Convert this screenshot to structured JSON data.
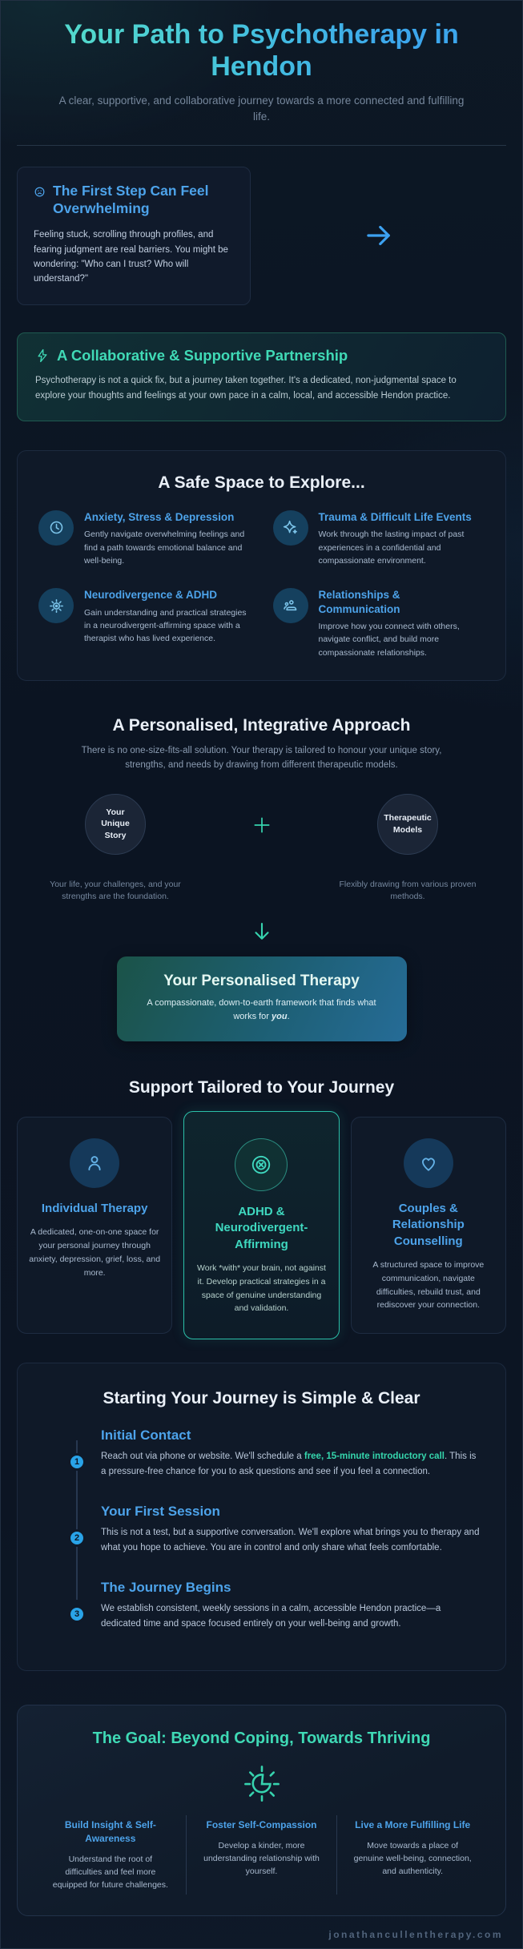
{
  "colors": {
    "accent_teal": "#3fd9b5",
    "accent_blue": "#4da3ea",
    "title_gradient_start": "#52d8cd",
    "title_gradient_end": "#3ca6ec",
    "step_circle_blue": "#29a3e8",
    "background": "#0c1523"
  },
  "hero": {
    "title": "Your Path to Psychotherapy in Hendon",
    "subtitle": "A clear, supportive, and collaborative journey towards a more connected and fulfilling life."
  },
  "first_step": {
    "icon": "sad-face-icon",
    "title": "The First Step Can Feel Overwhelming",
    "body": "Feeling stuck, scrolling through profiles, and fearing judgment are real barriers. You might be wondering: \"Who can I trust? Who will understand?\""
  },
  "partnership": {
    "icon": "lightning-icon",
    "title": "A Collaborative & Supportive Partnership",
    "body": "Psychotherapy is not a quick fix, but a journey taken together. It's a dedicated, non-judgmental space to explore your thoughts and feelings at your own pace in a calm, local, and accessible Hendon practice."
  },
  "safe_space": {
    "title": "A Safe Space to Explore...",
    "items": [
      {
        "icon": "clock-icon",
        "title": "Anxiety, Stress & Depression",
        "body": "Gently navigate overwhelming feelings and find a path towards emotional balance and well-being."
      },
      {
        "icon": "sparkle-icon",
        "title": "Trauma & Difficult Life Events",
        "body": "Work through the lasting impact of past experiences in a confidential and compassionate environment."
      },
      {
        "icon": "gear-icon",
        "title": "Neurodivergence & ADHD",
        "body": "Gain understanding and practical strategies in a neurodivergent-affirming space with a therapist who has lived experience."
      },
      {
        "icon": "users-icon",
        "title": "Relationships & Communication",
        "body": "Improve how you connect with others, navigate conflict, and build more compassionate relationships."
      }
    ]
  },
  "approach": {
    "title": "A Personalised, Integrative Approach",
    "subtitle": "There is no one-size-fits-all solution. Your therapy is tailored to honour your unique story, strengths, and needs by drawing from different therapeutic models.",
    "left_circle": {
      "label": "Your Unique Story",
      "caption": "Your life, your challenges, and your strengths are the foundation."
    },
    "plus_sign": "+",
    "right_circle": {
      "label": "Therapeutic Models",
      "caption": "Flexibly drawing from various proven methods."
    },
    "result": {
      "title": "Your Personalised Therapy",
      "body_prefix": "A compassionate, down-to-earth framework that finds what works for ",
      "body_emphasis": "you",
      "body_suffix": "."
    }
  },
  "support": {
    "title": "Support Tailored to Your Journey",
    "cards": [
      {
        "icon": "person-icon",
        "title": "Individual Therapy",
        "body": "A dedicated, one-on-one space for your personal journey through anxiety, depression, grief, loss, and more."
      },
      {
        "icon": "brain-icon",
        "title": "ADHD & Neurodivergent-Affirming",
        "body": "Work *with* your brain, not against it. Develop practical strategies in a space of genuine understanding and validation."
      },
      {
        "icon": "heart-icon",
        "title": "Couples & Relationship Counselling",
        "body": "A structured space to improve communication, navigate difficulties, rebuild trust, and rediscover your connection."
      }
    ]
  },
  "journey": {
    "title": "Starting Your Journey is Simple & Clear",
    "steps": [
      {
        "number": "1",
        "title": "Initial Contact",
        "body_prefix": "Reach out via phone or website. We'll schedule a ",
        "body_highlight": "free, 15-minute introductory call",
        "body_suffix": ". This is a pressure-free chance for you to ask questions and see if you feel a connection."
      },
      {
        "number": "2",
        "title": "Your First Session",
        "body": "This is not a test, but a supportive conversation. We'll explore what brings you to therapy and what you hope to achieve. You are in control and only share what feels comfortable."
      },
      {
        "number": "3",
        "title": "The Journey Begins",
        "body": "We establish consistent, weekly sessions in a calm, accessible Hendon practice—a dedicated time and space focused entirely on your well-being and growth."
      }
    ]
  },
  "goal": {
    "title": "The Goal: Beyond Coping, Towards Thriving",
    "icon": "sun-icon",
    "columns": [
      {
        "title": "Build Insight & Self-Awareness",
        "body": "Understand the root of difficulties and feel more equipped for future challenges."
      },
      {
        "title": "Foster Self-Compassion",
        "body": "Develop a kinder, more understanding relationship with yourself."
      },
      {
        "title": "Live a More Fulfilling Life",
        "body": "Move towards a place of genuine well-being, connection, and authenticity."
      }
    ]
  },
  "footer": {
    "site": "jonathancullentherapy.com"
  }
}
